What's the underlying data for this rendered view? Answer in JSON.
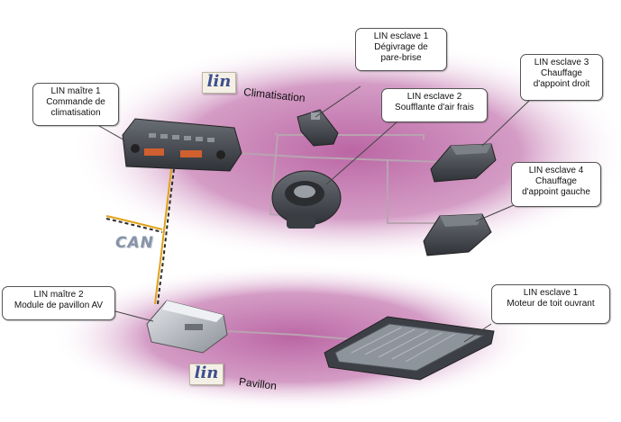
{
  "buses": {
    "climatisation": "Climatisation",
    "pavillon": "Pavillon",
    "can": "CAN"
  },
  "logo": {
    "text": "lin"
  },
  "callouts": {
    "master1": [
      "LIN maître 1",
      "Commande de",
      "climatisation"
    ],
    "slave1_top": [
      "LIN esclave 1",
      "Dégivrage de",
      "pare-brise"
    ],
    "slave2": [
      "LIN esclave 2",
      "Soufflante d'air frais"
    ],
    "slave3": [
      "LIN esclave 3",
      "Chauffage",
      "d'appoint droit"
    ],
    "slave4": [
      "LIN esclave 4",
      "Chauffage",
      "d'appoint gauche"
    ],
    "master2": [
      "LIN maître 2",
      "Module de pavillon AV"
    ],
    "slave1_bottom": [
      "LIN esclave 1",
      "Moteur de toit ouvrant"
    ]
  },
  "colors": {
    "zone": "#c77fb0",
    "lin_wire": "#b9a3b1",
    "can_wire_a": "#e0a21a",
    "can_wire_b": "#2d2a26",
    "device_dark": "#4b4f55",
    "device_light": "#c9ccd1"
  }
}
